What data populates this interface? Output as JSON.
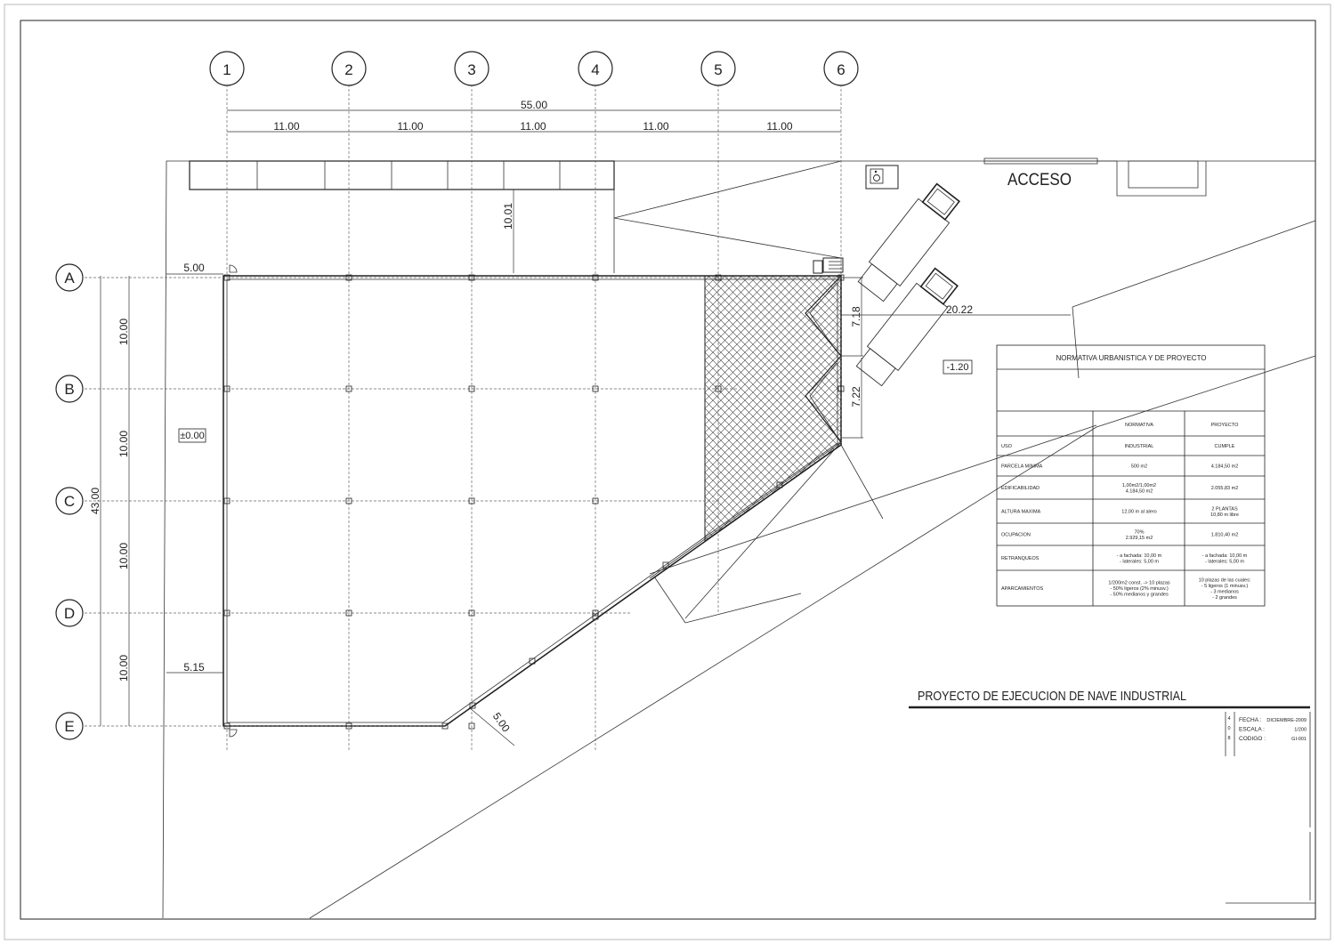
{
  "drawing_title": "PROYECTO DE EJECUCION DE NAVE INDUSTRIAL",
  "grid_columns": [
    "1",
    "2",
    "3",
    "4",
    "5",
    "6"
  ],
  "grid_rows": [
    "A",
    "B",
    "C",
    "D",
    "E"
  ],
  "dimensions": {
    "total_width": "55.00",
    "bays": [
      "11.00",
      "11.00",
      "11.00",
      "11.00",
      "11.00"
    ],
    "total_depth": "43.00",
    "row_spans": [
      "10.00",
      "10.00",
      "10.00",
      "10.00"
    ],
    "front_setback": "10.01",
    "left_setback_top": "5.00",
    "left_setback_bottom": "5.15",
    "diag_width": "5.00",
    "ramp_1": "7.18",
    "ramp_2": "7.22",
    "access_distance": "20.22"
  },
  "levels": {
    "interior": "±0.00",
    "exterior": "-1.20"
  },
  "access_label": "ACCESO",
  "accessible_icon": "wheelchair-icon",
  "normativa_table": {
    "title": "NORMATIVA URBANISTICA Y DE PROYECTO",
    "headers": [
      "",
      "NORMATIVA",
      "PROYECTO"
    ],
    "rows": [
      {
        "label": "USO",
        "normativa": [
          "INDUSTRIAL"
        ],
        "proyecto": [
          "CUMPLE"
        ]
      },
      {
        "label": "PARCELA MINIMA",
        "normativa": [
          "500 m2"
        ],
        "proyecto": [
          "4.184,50 m2"
        ]
      },
      {
        "label": "EDIFICABILIDAD",
        "normativa": [
          "1,00m2/1,00m2",
          "4.184,50 m2"
        ],
        "proyecto": [
          "2.055,83 m2"
        ]
      },
      {
        "label": "ALTURA MAXIMA",
        "normativa": [
          "12,00 m al alero"
        ],
        "proyecto": [
          "2 PLANTAS",
          "10,80 m libre"
        ]
      },
      {
        "label": "OCUPACION",
        "normativa": [
          "70%",
          "2.929,15 m2"
        ],
        "proyecto": [
          "1.810,40 m2"
        ]
      },
      {
        "label": "RETRANQUEOS",
        "normativa": [
          "- a fachada: 10,00 m",
          "- laterales: 5,00 m"
        ],
        "proyecto": [
          "- a fachada: 10,00 m",
          "- laterales: 5,00 m"
        ]
      },
      {
        "label": "APARCAMIENTOS",
        "normativa": [
          "1/200m2 const. -> 10 plazas",
          "- 50% ligeros (2% minusv.)",
          "- 50% medianos y grandes"
        ],
        "proyecto": [
          "10 plazas de las cuales:",
          "- 5 ligeros (1 minusv.)",
          "- 3 medianos",
          "- 2 grandes"
        ]
      }
    ]
  },
  "title_block": {
    "side_chars": [
      "4",
      "0",
      "8"
    ],
    "fields": [
      {
        "label": "FECHA :",
        "value": "DICIEMBRE-2009"
      },
      {
        "label": "ESCALA :",
        "value": "1/200"
      },
      {
        "label": "CODIGO :",
        "value": "GI-001"
      }
    ]
  }
}
